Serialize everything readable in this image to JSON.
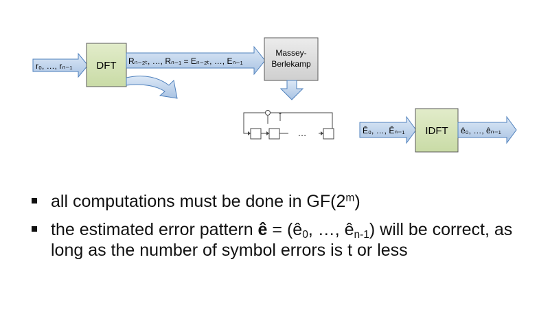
{
  "diagram": {
    "input_label": "r₀, …, rₙ₋₁",
    "dft_box": "DFT",
    "syndrome_label": "Rₙ₋₂ₜ, …, Rₙ₋₁ = Eₙ₋₂ₜ, …, Eₙ₋₁",
    "bm_box_line1": "Massey-",
    "bm_box_line2": "Berlekamp",
    "lfsr_dots": "…",
    "error_spectrum_label": "Ê₀, …, Êₙ₋₁",
    "idft_box": "IDFT",
    "output_label": "ê₀, …, êₙ₋₁"
  },
  "bullets": [
    {
      "p1": "all computations must be done in GF(2",
      "sup": "m",
      "p2": ")"
    },
    {
      "p1": "the estimated error pattern ",
      "bold": "ê",
      "p2": " = (ê",
      "sub1": "0",
      "p3": ", …, ê",
      "sub2": "n-1",
      "p4": ") will be correct, as long as the number of symbol errors is t or less"
    }
  ],
  "colors": {
    "arrow_fill": "#c6d9f1",
    "arrow_stroke": "#4f81bd",
    "box_fill": "#d7e4bd",
    "box_stroke": "#5a5a5a",
    "mb_fill": "#d9d9d9"
  }
}
